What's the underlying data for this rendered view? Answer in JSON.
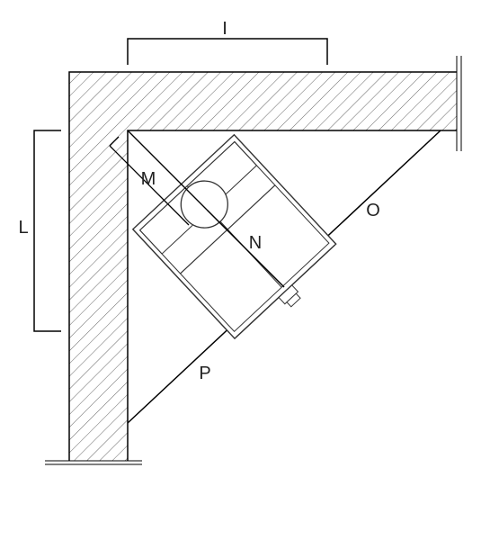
{
  "diagram": {
    "labels": {
      "l": "L",
      "i": "I",
      "m": "M",
      "n": "N",
      "o": "O",
      "p": "P"
    },
    "colors": {
      "line": "#000000",
      "hatch": "#666666",
      "device": "#333333",
      "background": "#ffffff"
    }
  }
}
